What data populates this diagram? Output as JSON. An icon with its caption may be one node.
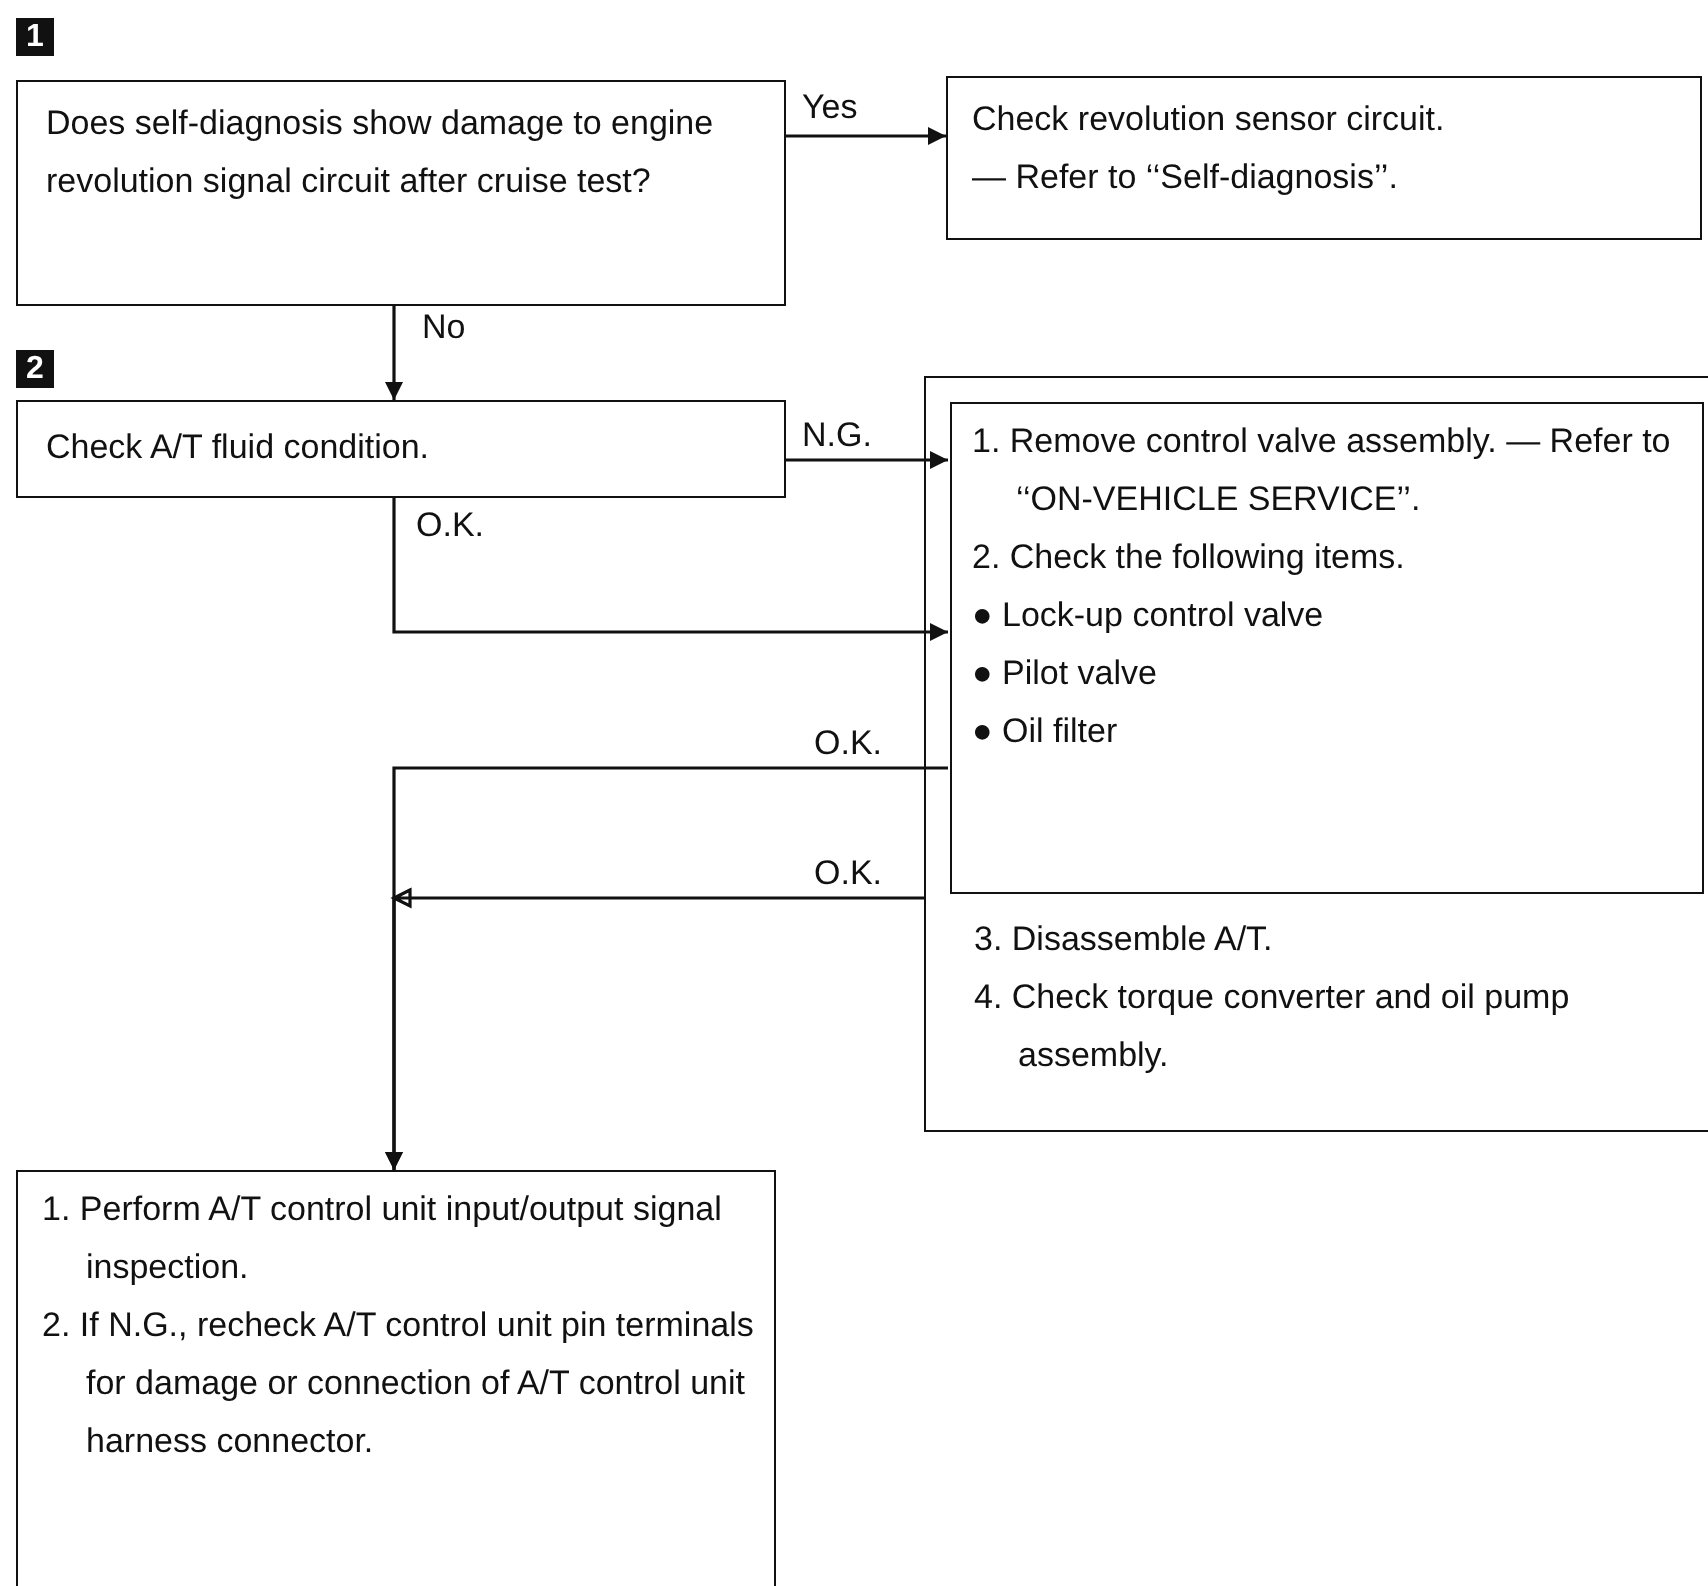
{
  "diagram": {
    "nodes": [
      {
        "text": [
          "Does self-diagnosis show damage to engine revolution signal circuit after cruise test?"
        ]
      },
      {
        "text": [
          "Check revolution sensor circuit.",
          "— Refer to ‘‘Self-diagnosis’’."
        ]
      },
      {
        "text": [
          "Check A/T fluid condition."
        ]
      },
      {
        "text": [
          "3. Disassemble A/T.",
          "4. Check torque converter and oil pump assembly."
        ]
      },
      {
        "text": [
          "1. Remove control valve assembly. — Refer to ‘‘ON-VEHICLE SERVICE’’.",
          "2. Check the following items.",
          "● Lock-up control valve",
          "● Pilot valve",
          "● Oil filter"
        ],
        "in": 3
      },
      {
        "text": [
          "1. Perform A/T control unit input/output signal inspection.",
          "2. If N.G., recheck A/T control unit pin terminals for damage or connection of A/T control unit harness connector."
        ]
      }
    ],
    "edges": [
      {
        "from": 0,
        "to": 1,
        "arrow": "to",
        "label": "Yes"
      },
      {
        "from": 0,
        "to": 2,
        "arrow": "to",
        "label": "No"
      },
      {
        "from": 2,
        "to": 4,
        "arrow": "to",
        "label": "N.G."
      },
      {
        "from": 2,
        "to": 4,
        "arrow": "to",
        "label": "O.K."
      },
      {
        "from": 4,
        "to": 5,
        "arrow": "to",
        "label": "O.K."
      },
      {
        "from": 3,
        "to": 5,
        "arrow": "to",
        "label": "O.K."
      }
    ],
    "labels": [
      "1",
      "2"
    ]
  }
}
